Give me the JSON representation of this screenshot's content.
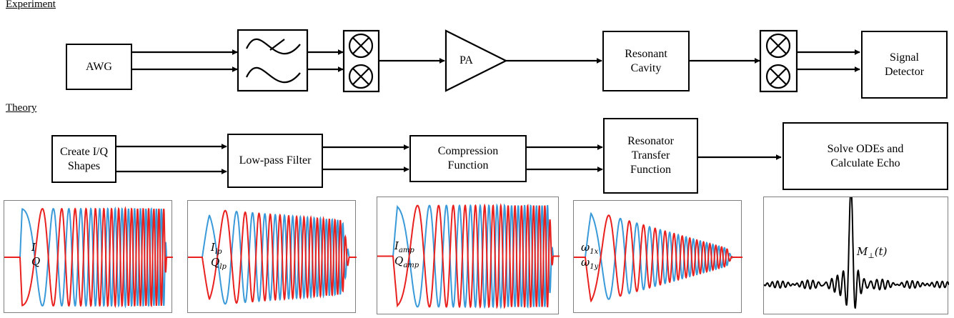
{
  "sections": {
    "experiment": "Experiment",
    "theory": "Theory"
  },
  "experiment": {
    "awg": "AWG",
    "pa": "PA",
    "cavity": "Resonant\nCavity",
    "detector": "Signal\nDetector"
  },
  "theory": {
    "create": "Create I/Q\nShapes",
    "lowpass": "Low-pass Filter",
    "compression": "Compression\nFunction",
    "resonator": "Resonator\nTransfer\nFunction",
    "solve": "Solve ODEs and\nCalculate Echo"
  },
  "plots": [
    {
      "l1": "I",
      "l1sub": "",
      "l2": "Q",
      "l2sub": ""
    },
    {
      "l1": "I",
      "l1sub": "lp",
      "l2": "Q",
      "l2sub": "lp"
    },
    {
      "l1": "I",
      "l1sub": "amp",
      "l2": "Q",
      "l2sub": "amp"
    },
    {
      "l1": "ω",
      "l1sub": "1x",
      "l2": "ω",
      "l2sub": "1y"
    },
    {
      "l1": "M",
      "l1sub": "⊥",
      "l1suffix": "(t)"
    }
  ],
  "colors": {
    "blue": "#3a9ad9",
    "red": "#e8201e",
    "black": "#000000"
  }
}
